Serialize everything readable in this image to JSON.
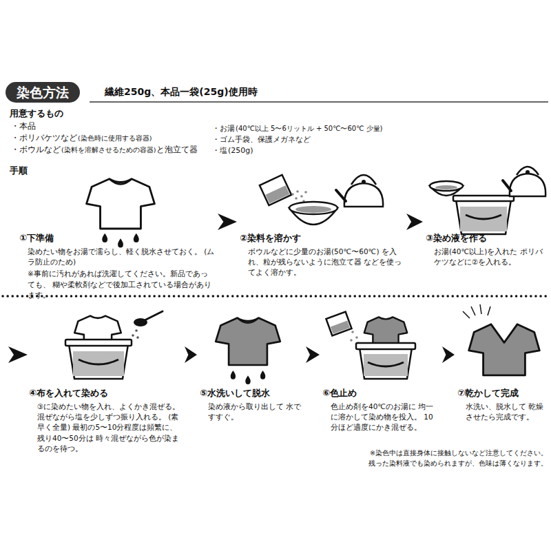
{
  "diagram": {
    "title": "染色方法",
    "nodes": [
      {
        "text": [
          "①下準備",
          "染めたい物をお湯で濡らし、軽く脱水させておく。 (ムラ防止のため)",
          "※事前に汚れがあれば洗濯してください。新品であっても、 糊や柔軟剤などで後加工されている場合があります。"
        ]
      },
      {
        "text": [
          "②染料を溶かす",
          "ボウルなどに少量のお湯(50℃〜60℃) を入れ、粒が残らないように泡立て器 などを使ってよく溶かす。"
        ]
      },
      {
        "text": [
          "③染め液を作る",
          "お湯(40℃以上)を入れた ポリバケツなどに②を入れる。"
        ]
      },
      {
        "text": [
          "④布を入れて染める",
          "③に染めたい物を入れ、よくかき混ぜる。 混ぜながら塩を少しずつ振り入れる。 (素早く全量) 最初の5〜10分程度は頻繁に、 残り40〜50分は 時々混ぜながら色が染まるのを待つ。"
        ]
      },
      {
        "text": [
          "⑤水洗いして脱水",
          "染め液から取り出して 水ですすぐ。"
        ]
      },
      {
        "text": [
          "⑥色止め",
          "色止め剤を40℃のお湯に 均一に溶かして染め物を投入。 10分ほど適度にかき混ぜる。"
        ]
      },
      {
        "text": [
          "⑦乾かして完成",
          "水洗い、脱水して 乾燥させたら完成です。"
        ]
      }
    ],
    "edges": [
      {
        "from": 0,
        "to": 1,
        "arrow": "to"
      },
      {
        "from": 1,
        "to": 2,
        "arrow": "to"
      },
      {
        "from": 3,
        "to": 4,
        "arrow": "to"
      },
      {
        "from": 4,
        "to": 5,
        "arrow": "to"
      },
      {
        "from": 5,
        "to": 6,
        "arrow": "to"
      }
    ],
    "labels": [
      "繊維250g、本品一袋(25g)使用時",
      "用意するもの",
      "・本品",
      "・ポリバケツなど",
      "(染色時に使用する容器)",
      "・ボウルなど",
      "(染料を溶解させるための容器)",
      "と泡立て器",
      "・お湯",
      "(40℃以上 5〜6リットル + 50℃〜60℃ 少量)",
      "・ゴム手袋、保護メガネなど",
      "・塩",
      "(250g)",
      "手順",
      "※染色中は直接身体に接触しないなど注意してください。",
      "残った染料液でも染められますが、色味は薄くなります。"
    ]
  }
}
